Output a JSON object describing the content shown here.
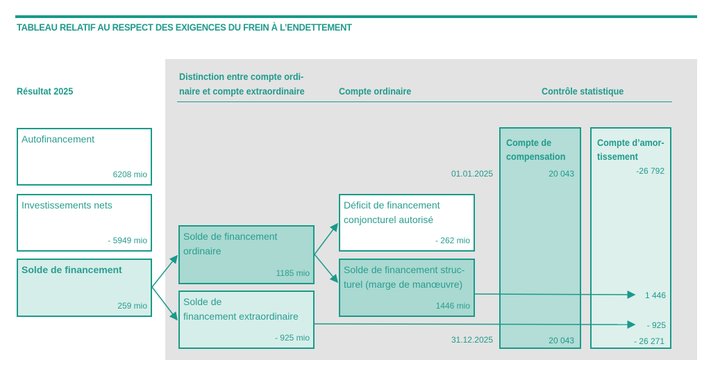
{
  "title": "TABLEAU RELATIF AU RESPECT DES EXIGENCES DU FREIN À L’ENDETTEMENT",
  "headers": {
    "result": "Résultat 2025",
    "distinction_1": "Distinction entre compte ordi-",
    "distinction_2": "naire et compte extraordinaire",
    "ordinary": "Compte ordinaire",
    "control": "Contrôle statistique"
  },
  "boxes": {
    "autofinancement": {
      "label": "Autofinancement",
      "value": "6208 mio"
    },
    "investissements": {
      "label": "Investissements nets",
      "value": "- 5949 mio"
    },
    "solde": {
      "label": "Solde de financement",
      "value": "259 mio"
    },
    "solde_ordinaire": {
      "label": "Solde de financement ordinaire",
      "value": "1185 mio"
    },
    "solde_extra": {
      "label_1": "Solde de",
      "label_2": "financement extraordinaire",
      "value": "- 925 mio"
    },
    "deficit": {
      "label": "Déficit de financement conjoncturel autorisé",
      "value": "- 262 mio"
    },
    "structurel": {
      "label": "Solde de financement struc-turel (marge de manœuvre)",
      "value": "1446 mio"
    }
  },
  "dates": {
    "start": "01.01.2025",
    "end": "31.12.2025"
  },
  "compensation": {
    "title_1": "Compte de",
    "title_2": "compensation",
    "start": "20 043",
    "end": "20 043"
  },
  "amortissement": {
    "title_1": "Compte d’amor-",
    "title_2": "tissement",
    "start": "-26 792",
    "in_struct": "1 446",
    "in_extra": "- 925",
    "end": "- 26 271"
  }
}
